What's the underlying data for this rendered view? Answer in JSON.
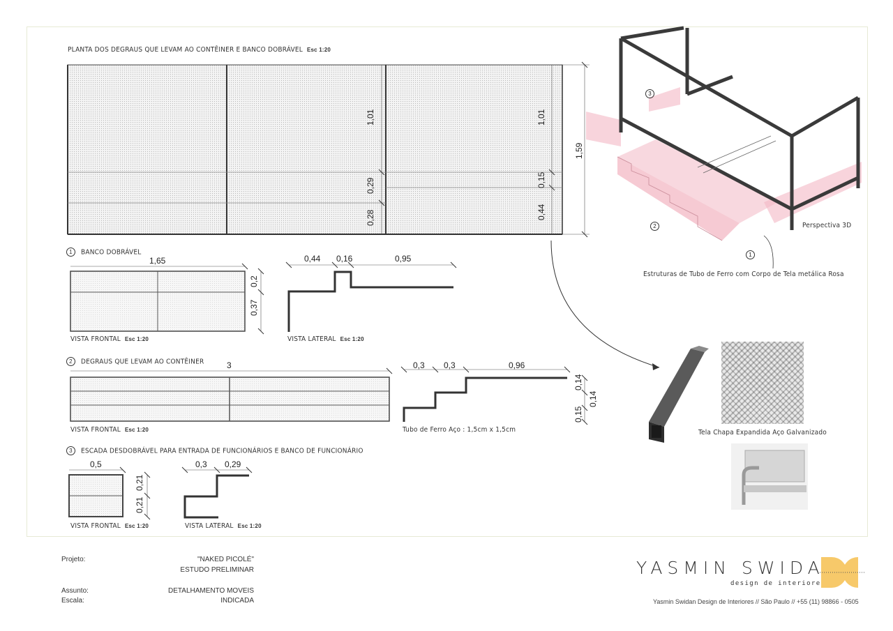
{
  "plan": {
    "title": "PLANTA DOS DEGRAUS QUE LEVAM AO CONTÊINER E BANCO DOBRÁVEL",
    "scale": "Esc 1:20",
    "dims": [
      "1,01",
      "1,01",
      "0,29",
      "0,28",
      "0,15",
      "0,44",
      "1,59"
    ]
  },
  "section1": {
    "num": "1",
    "title": "BANCO DOBRÁVEL",
    "front_dims": [
      "1,65",
      "0,2",
      "0,37"
    ],
    "front_label": "VISTA FRONTAL",
    "front_scale": "Esc 1:20",
    "side_dims": [
      "0,44",
      "0,16",
      "0,95"
    ],
    "side_label": "VISTA LATERAL",
    "side_scale": "Esc 1:20"
  },
  "section2": {
    "num": "2",
    "title": "DEGRAUS QUE LEVAM AO CONTÊINER",
    "front_dims": [
      "3"
    ],
    "front_label": "VISTA FRONTAL",
    "front_scale": "Esc 1:20",
    "side_dims": [
      "0,3",
      "0,3",
      "0,96",
      "0,14",
      "0,14",
      "0,15"
    ],
    "side_note": "Tubo de Ferro Aço : 1,5cm x 1,5cm"
  },
  "section3": {
    "num": "3",
    "title": "ESCADA DESDOBRÁVEL PARA ENTRADA DE FUNCIONÁRIOS E BANCO DE FUNCIONÁRIO",
    "front_dims": [
      "0,5",
      "0,21",
      "0,21"
    ],
    "front_label": "VISTA FRONTAL",
    "front_scale": "Esc 1:20",
    "side_dims": [
      "0,3",
      "0,29"
    ],
    "side_label": "VISTA LATERAL",
    "side_scale": "Esc 1:20"
  },
  "perspective": {
    "label": "Perspectiva 3D",
    "markers": [
      "3",
      "2",
      "1"
    ],
    "caption": "Estruturas de Tubo de Ferro com Corpo de Tela metálica Rosa"
  },
  "materials": {
    "mesh_label": "Tela Chapa Expandida Aço Galvanizado"
  },
  "footer": {
    "projeto_label": "Projeto:",
    "projeto_value": "\"NAKED PICOLÉ\"",
    "projeto_sub": "ESTUDO PRELIMINAR",
    "assunto_label": "Assunto:",
    "assunto_value": "DETALHAMENTO MOVEIS",
    "escala_label": "Escala:",
    "escala_value": "INDICADA"
  },
  "brand": {
    "name": "YASMIN SWIDAN",
    "tagline": "design de interiores",
    "contact": "Yasmin Swidan Design de Interiores // São Paulo // +55 (11) 98866 - 0505",
    "accent": "#f7c96a",
    "pink": "#f3b8c4"
  }
}
